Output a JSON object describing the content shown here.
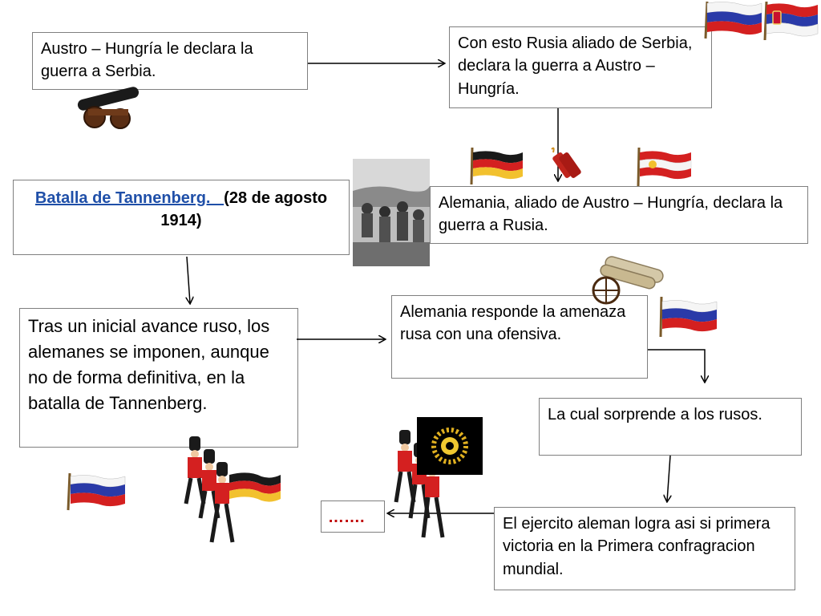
{
  "boxes": {
    "austria_declares": "Austro – Hungría le declara la guerra a Serbia.",
    "russia_declares": "Con esto Rusia aliado de Serbia, declara la guerra a Austro – Hungría.",
    "germany_declares": "Alemania, aliado de Austro – Hungría, declara la guerra a Rusia.",
    "tannenberg_link": "Batalla de Tannenberg.   ",
    "tannenberg_date": "(28 de agosto 1914)",
    "german_response": "Alemania responde la amenaza  rusa con una ofensiva.",
    "surprise": "La cual sorprende a los rusos.",
    "tras_avance": "Tras un inicial avance ruso, los alemanes se imponen, aunque no de forma definitiva, en la batalla de Tannenberg.",
    "first_victory": "El ejercito aleman logra asi si primera victoria en la Primera confragracion mundial.",
    "dots": "……."
  },
  "colors": {
    "link": "#1f4fa8",
    "dots": "#c00000",
    "box_border": "#7f7f7f"
  },
  "icons": [
    "russia-flag-icon",
    "serbia-flag-icon",
    "germany-flag-icon",
    "austria-flag-icon",
    "cannon-icon",
    "dynamite-icon",
    "soldiers-icon",
    "explosion-icon",
    "battle-photo"
  ]
}
